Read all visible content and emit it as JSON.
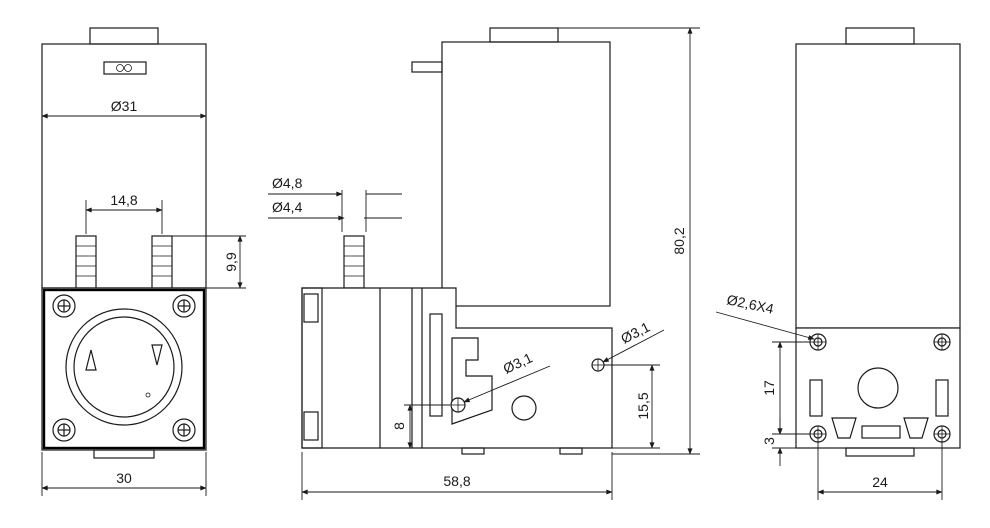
{
  "dimensions": {
    "motor_diameter": "Ø31",
    "outlet_spacing": "14,8",
    "outlet_height": "9,9",
    "width_front": "30",
    "tube_outer": "Ø4,8",
    "tube_inner": "Ø4,4",
    "total_height": "80,2",
    "total_length": "58,8",
    "hole_diameter_a": "Ø3,1",
    "hole_diameter_b": "Ø3,1",
    "hole_height": "15,5",
    "hole_offset": "8",
    "mount_holes": "Ø2,6X4",
    "mount_vertical": "17",
    "mount_edge": "3",
    "mount_spacing": "24"
  }
}
